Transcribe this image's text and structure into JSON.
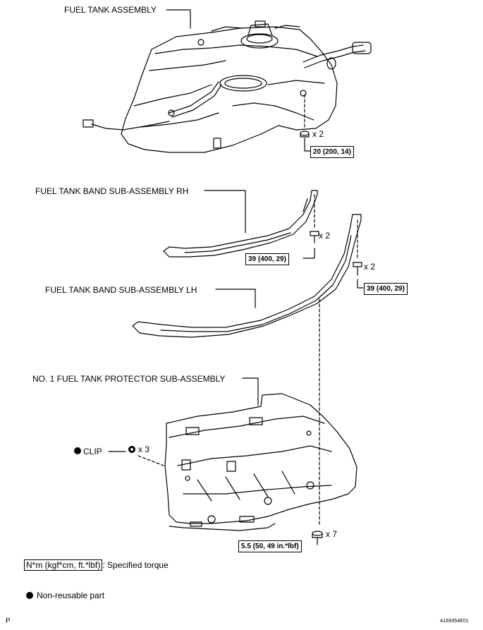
{
  "labels": {
    "fuel_tank_assembly": "FUEL TANK ASSEMBLY",
    "band_rh": "FUEL TANK BAND SUB-ASSEMBLY RH",
    "band_lh": "FUEL TANK BAND SUB-ASSEMBLY LH",
    "protector": "NO. 1 FUEL TANK PROTECTOR SUB-ASSEMBLY",
    "clip": "CLIP"
  },
  "quantities": {
    "tank_nut": "x 2",
    "rh_bolt": "x 2",
    "lh_bolt": "x 2",
    "clip": "x 3",
    "protector_bolt": "x 7"
  },
  "torques": {
    "tank_nut": "20 (200, 14)",
    "rh_bolt": "39 (400, 29)",
    "lh_bolt": "39 (400, 29)",
    "protector_bolt": "5.5 (50, 49 in.*lbf)"
  },
  "legend": {
    "torque_unit": "N*m (kgf*cm, ft.*lbf)",
    "torque_text": ": Specified torque",
    "nonreusable_text": "Non-reusable part"
  },
  "footer": {
    "left": "P",
    "right": "A169354E01"
  }
}
